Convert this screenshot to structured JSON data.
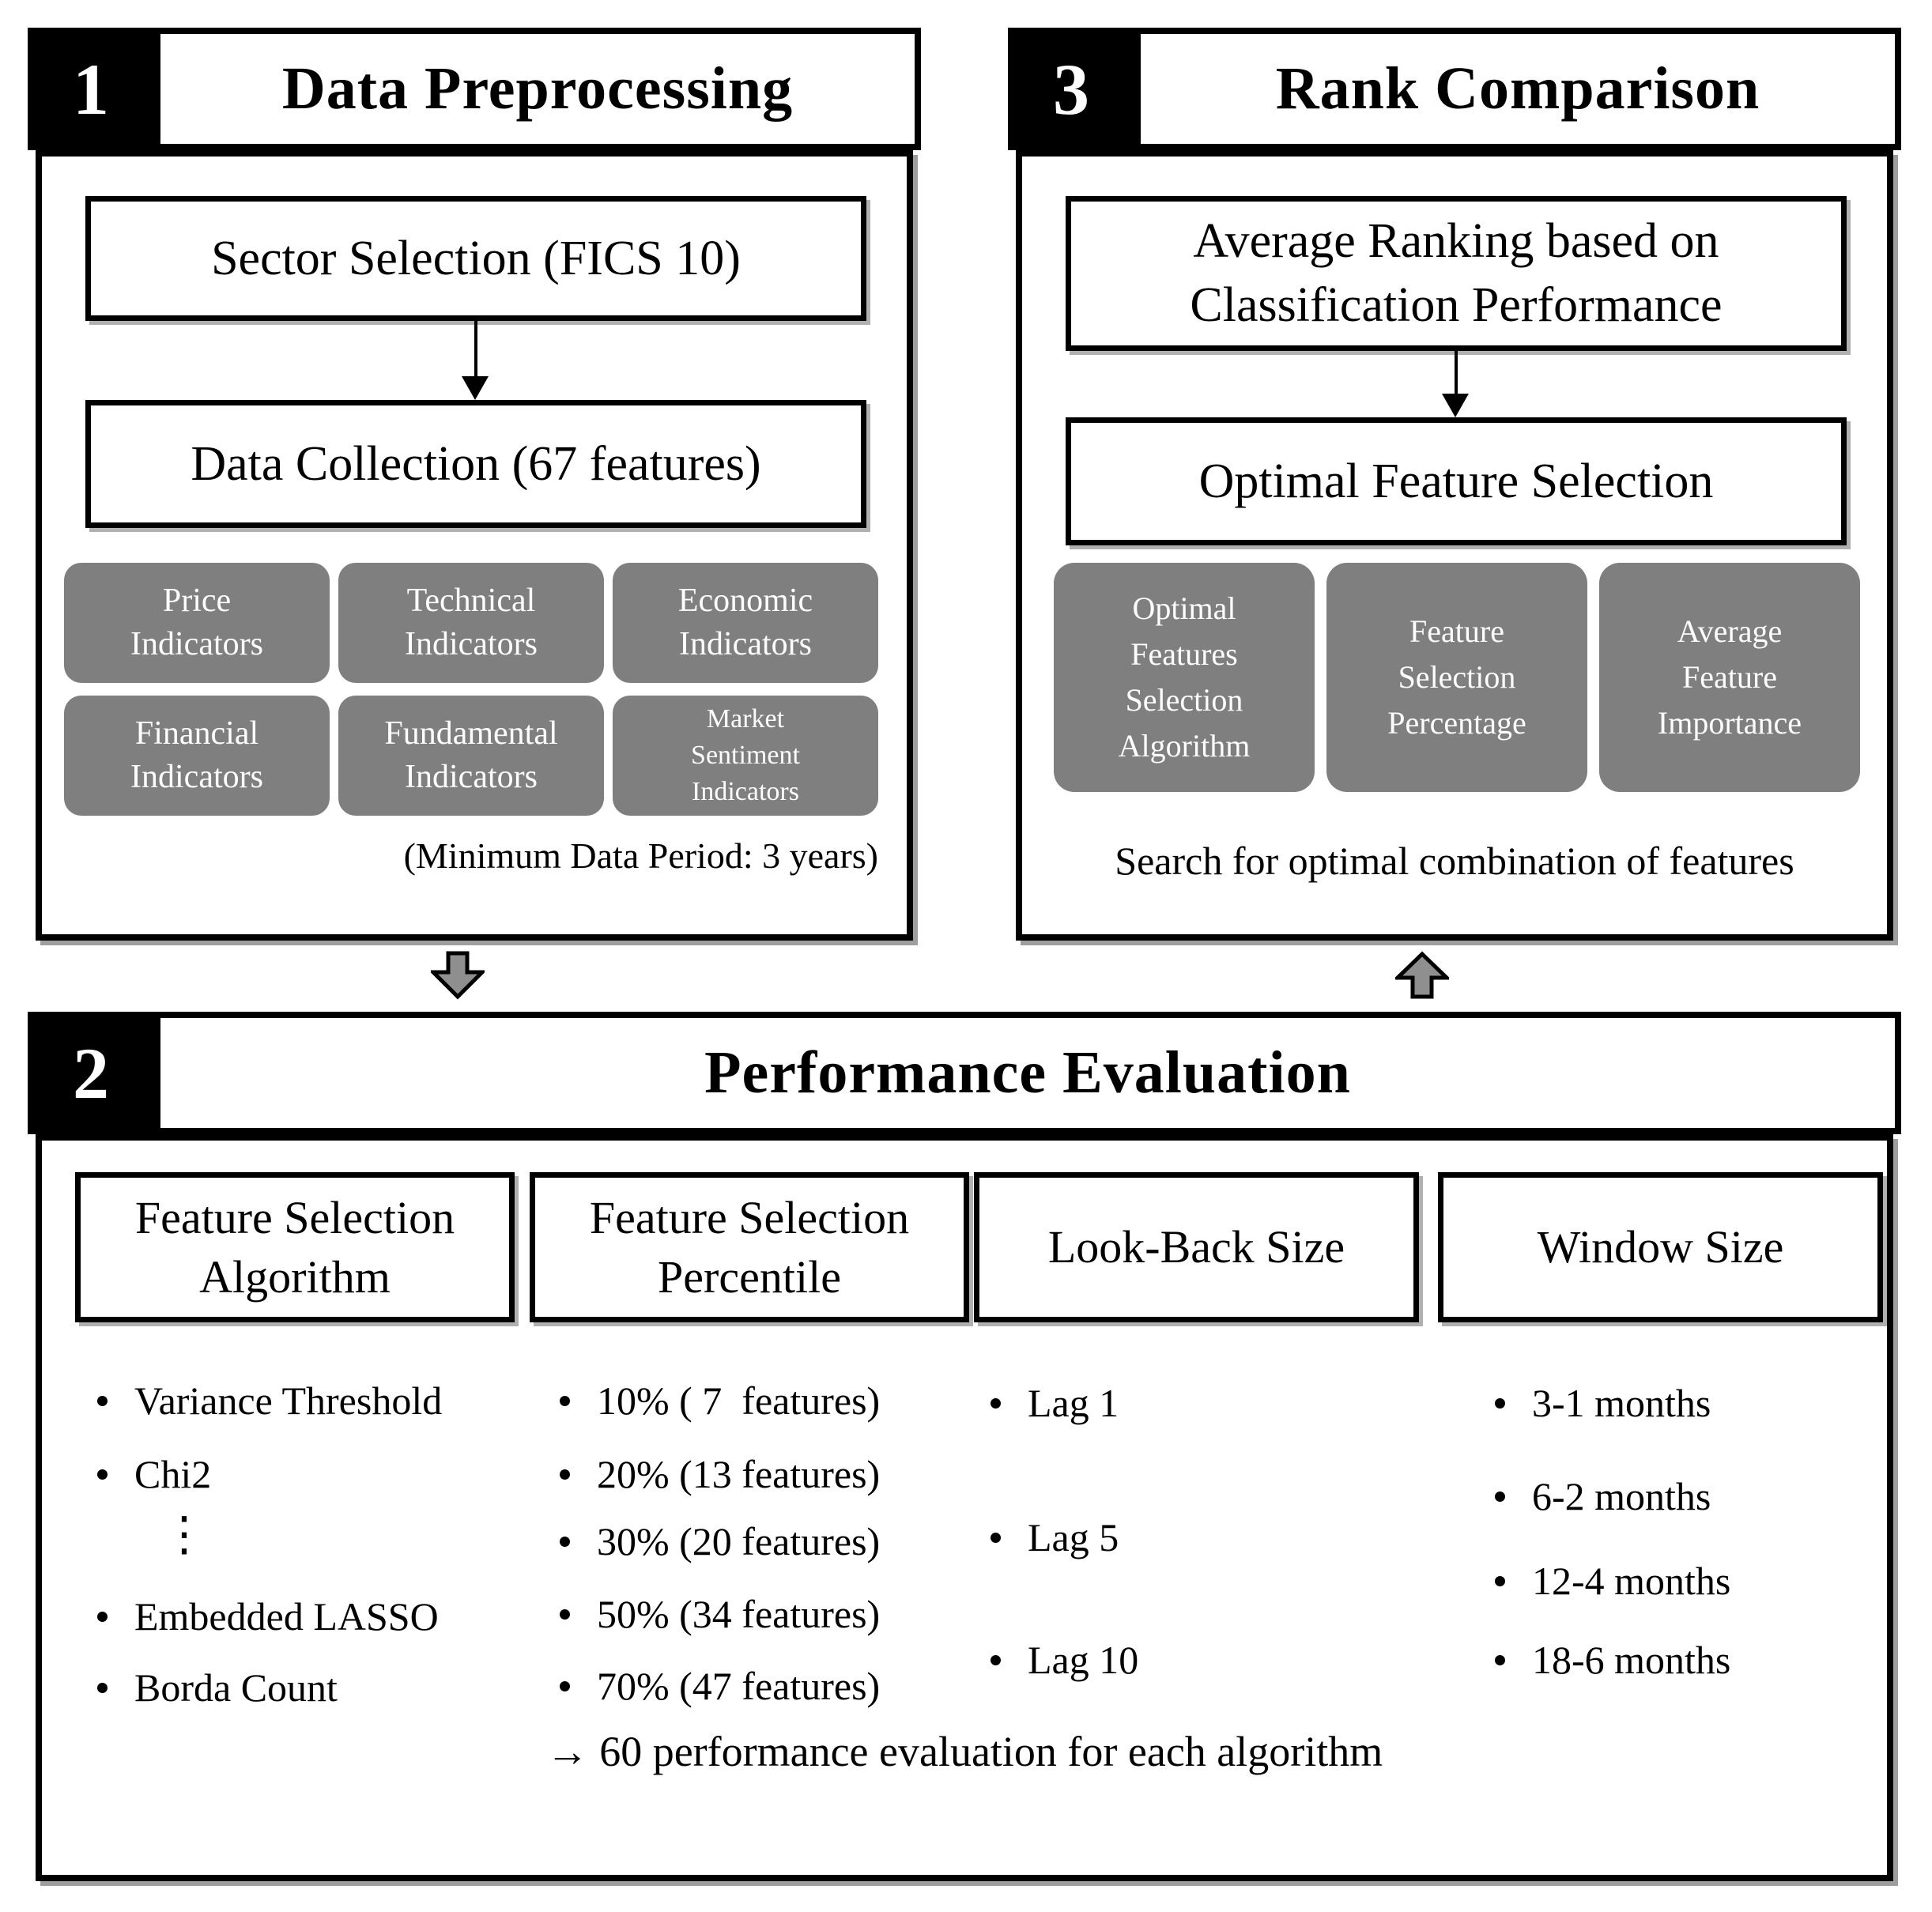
{
  "panel1": {
    "number": "1",
    "title": "Data Preprocessing",
    "box1": "Sector Selection (FICS 10)",
    "box2": "Data Collection (67 features)",
    "gray_boxes": [
      {
        "label": "Price\nIndicators"
      },
      {
        "label": "Technical\nIndicators"
      },
      {
        "label": "Economic\nIndicators"
      },
      {
        "label": "Financial\nIndicators"
      },
      {
        "label": "Fundamental\nIndicators"
      },
      {
        "label": "Market\nSentiment\nIndicators"
      }
    ],
    "note": "(Minimum Data Period: 3 years)"
  },
  "panel3": {
    "number": "3",
    "title": "Rank Comparison",
    "box1": "Average Ranking based on\nClassification Performance",
    "box2": "Optimal Feature Selection",
    "gray_boxes": [
      {
        "label": "Optimal\nFeatures\nSelection\nAlgorithm"
      },
      {
        "label": "Feature\nSelection\nPercentage"
      },
      {
        "label": "Average\nFeature\nImportance"
      }
    ],
    "note": "Search for optimal combination of features"
  },
  "panel2": {
    "number": "2",
    "title": "Performance Evaluation",
    "columns": [
      {
        "header": "Feature Selection\nAlgorithm",
        "ellipsis": "⋮",
        "items": [
          "Variance Threshold",
          "Chi2",
          "Embedded LASSO",
          "Borda Count"
        ]
      },
      {
        "header": "Feature Selection\nPercentile",
        "items": [
          "10% ( 7  features)",
          "20% (13 features)",
          "30% (20 features)",
          "50% (34 features)",
          "70% (47 features)"
        ]
      },
      {
        "header": "Look-Back Size",
        "items": [
          "Lag 1",
          "Lag 5",
          "Lag 10"
        ]
      },
      {
        "header": "Window Size",
        "items": [
          "3-1 months",
          "6-2 months",
          "12-4 months",
          "18-6 months"
        ]
      }
    ],
    "summary": "→ 60 performance evaluation for each algorithm"
  },
  "colors": {
    "box_gray": "#7f7f7f",
    "arrow_gray": "#8f8f8f",
    "border_black": "#000000",
    "shadow_gray": "#9e9e9e"
  }
}
